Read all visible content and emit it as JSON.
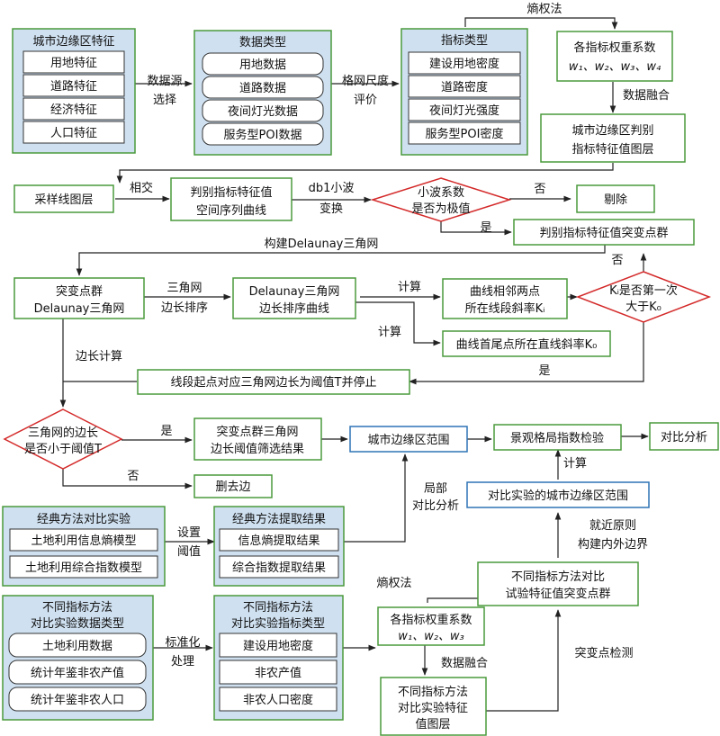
{
  "colors": {
    "group_fill": "#cfe0f0",
    "box_fill": "#ffffff",
    "green_stroke": "#4a9a3c",
    "blue_stroke": "#2e74b5",
    "red_stroke": "#d42a2a",
    "line": "#222222"
  },
  "group1": {
    "title": "城市边缘区特征",
    "items": [
      "用地特征",
      "道路特征",
      "经济特征",
      "人口特征"
    ]
  },
  "group2": {
    "title": "数据类型",
    "items": [
      "用地数据",
      "道路数据",
      "夜间灯光数据",
      "服务型POI数据"
    ]
  },
  "group3": {
    "title": "指标类型",
    "items": [
      "建设用地密度",
      "道路密度",
      "夜间灯光强度",
      "服务型POI密度"
    ]
  },
  "weights_top": {
    "line1": "各指标权重系数",
    "line2": "w₁、w₂、w₃、w₄"
  },
  "label_entropy_top": "熵权法",
  "label_source": {
    "l1": "数据源",
    "l2": "选择"
  },
  "label_grid": {
    "l1": "格网尺度",
    "l2": "评价"
  },
  "label_fusion_top": "数据融合",
  "layer_top": {
    "l1": "城市边缘区判别",
    "l2": "指标特征值图层"
  },
  "sample_line": "采样线图层",
  "label_intersect": "相交",
  "curve": {
    "l1": "判别指标特征值",
    "l2": "空间序列曲线"
  },
  "label_wavelet": {
    "l1": "db1小波",
    "l2": "变换"
  },
  "wavelet_diamond": {
    "l1": "小波系数",
    "l2": "是否为极值"
  },
  "label_no1": "否",
  "remove": "剔除",
  "label_yes1": "是",
  "breakpoint_group": "判别指标特征值突变点群",
  "label_delaunay": "构建Delaunay三角网",
  "label_no2": "否",
  "delaunay_box": {
    "l1": "突变点群",
    "l2": "Delaunay三角网"
  },
  "label_sort": {
    "l1": "三角网",
    "l2": "边长排序"
  },
  "sort_curve": {
    "l1": "Delaunay三角网",
    "l2": "边长排序曲线"
  },
  "label_calc1": "计算",
  "label_calc2": "计算",
  "slope_ki": {
    "l1": "曲线相邻两点",
    "l2": "所在线段斜率Kᵢ"
  },
  "slope_k0": "曲线首尾点所在直线斜率K₀",
  "k_diamond": {
    "l1": "Kᵢ是否第一次",
    "l2": "大于K₀"
  },
  "label_yes2": "是",
  "threshold": "线段起点对应三角网边长为阈值T并停止",
  "label_edge_calc": "边长计算",
  "edge_diamond": {
    "l1": "三角网的边长",
    "l2": "是否小于阈值T"
  },
  "label_yes3": "是",
  "filter_result": {
    "l1": "突变点群三角网",
    "l2": "边长阈值筛选结果"
  },
  "label_no3": "否",
  "delete_edge": "删去边",
  "urban_fringe": "城市边缘区范围",
  "landscape": "景观格局指数检验",
  "compare": "对比分析",
  "label_calc3": "计算",
  "label_local": {
    "l1": "局部",
    "l2": "对比分析"
  },
  "compare_fringe": "对比实验的城市边缘区范围",
  "label_nearest": {
    "l1": "就近原则",
    "l2": "构建内外边界"
  },
  "classic_methods": {
    "title": "经典方法对比实验",
    "items": [
      "土地利用信息熵模型",
      "土地利用综合指数模型"
    ]
  },
  "label_threshold_set": {
    "l1": "设置",
    "l2": "阈值"
  },
  "classic_results": {
    "title": "经典方法提取结果",
    "items": [
      "信息熵提取结果",
      "综合指数提取结果"
    ]
  },
  "exp_breakpoints": {
    "l1": "不同指标方法对比",
    "l2": "试验特征值突变点群"
  },
  "label_entropy_bottom": "熵权法",
  "exp_data": {
    "title1": "不同指标方法",
    "title2": "对比实验数据类型",
    "items": [
      "土地利用数据",
      "统计年鉴非农产值",
      "统计年鉴非农人口"
    ]
  },
  "label_standard": {
    "l1": "标准化",
    "l2": "处理"
  },
  "exp_index": {
    "title1": "不同指标方法",
    "title2": "对比实验指标类型",
    "items": [
      "建设用地密度",
      "非农产值",
      "非农人口密度"
    ]
  },
  "weights_bottom": {
    "line1": "各指标权重系数",
    "line2": "w₁、w₂、w₃"
  },
  "label_fusion_bottom": "数据融合",
  "label_detect": "突变点检测",
  "exp_layer": {
    "l1": "不同指标方法",
    "l2": "对比实验特征",
    "l3": "值图层"
  }
}
